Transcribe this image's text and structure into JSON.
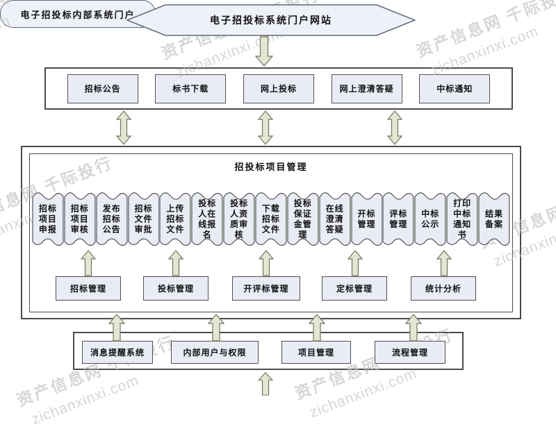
{
  "watermark": {
    "cn": "资产信息网 千际投行",
    "en": "zichanxinxi.com"
  },
  "portal": {
    "title": "电子招投标系统门户网站"
  },
  "public_row": {
    "items": [
      "招标公告",
      "标书下载",
      "网上投标",
      "网上澄清答疑",
      "中标通知"
    ]
  },
  "project": {
    "title": "招投标项目管理",
    "functions": [
      "招标项目申报",
      "招标项目审核",
      "发布招标公告",
      "招标文件审批",
      "上传招标文件",
      "投标人在线报名",
      "投标人资质审核",
      "下载招标文件",
      "投标保证金管理",
      "在线澄清答疑",
      "开标管理",
      "评标管理",
      "中标公示",
      "打印中标通知书",
      "结果备案"
    ],
    "modules": [
      "招标管理",
      "投标管理",
      "开评标管理",
      "定标管理",
      "统计分析"
    ]
  },
  "internal_row": {
    "items": [
      "消息提醒系统",
      "内部用户与权限",
      "项目管理",
      "流程管理"
    ]
  },
  "internal_portal": {
    "title": "电子招投标内部系统门户"
  },
  "colors": {
    "node_fill": "#e9ecf5",
    "portal_fill": "#eef1f8",
    "arrow_fill": "#e3e6d2",
    "border": "#4a4a4a",
    "watermark": "#bdbdbd"
  }
}
